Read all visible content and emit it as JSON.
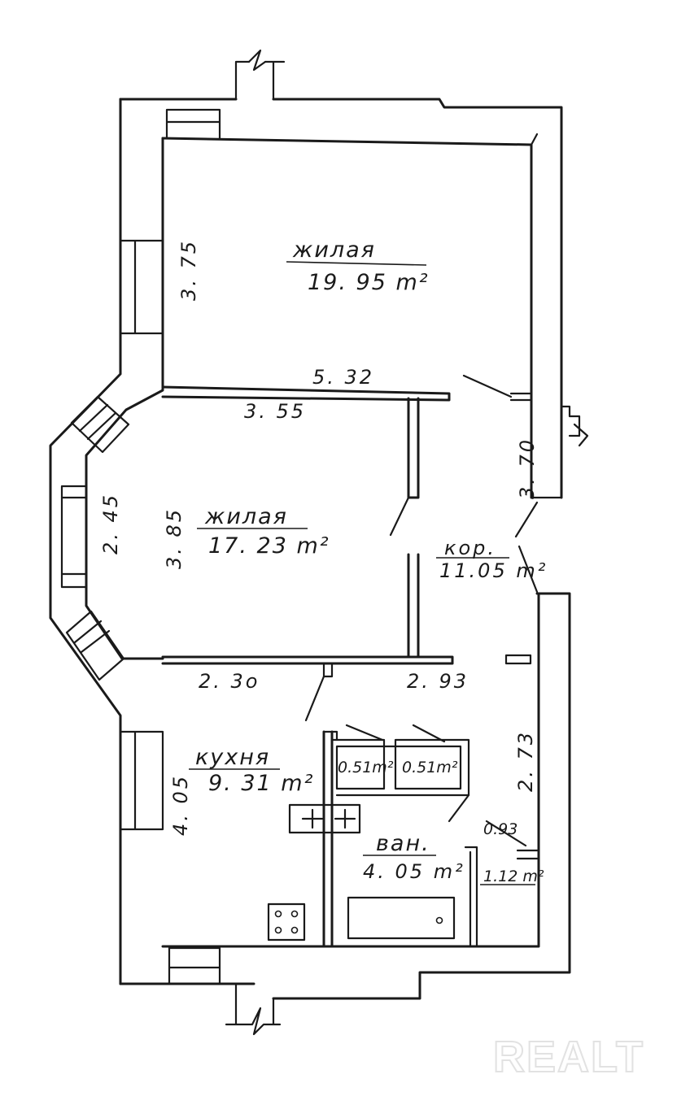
{
  "rooms": {
    "living1": {
      "name": "жилая",
      "area": "19. 95 m²"
    },
    "living2": {
      "name": "жилая",
      "area": "17. 23 m²"
    },
    "corridor": {
      "name": "кор.",
      "area": "11.05 m²"
    },
    "kitchen": {
      "name": "кухня",
      "area": "9. 31 m²"
    },
    "closet1": {
      "area": "0.51m²"
    },
    "closet2": {
      "area": "0.51m²"
    },
    "bath": {
      "name": "ван.",
      "area": "4. 05 m²"
    },
    "wc": {
      "area": "1.12 m²"
    }
  },
  "dimensions": {
    "d375": "3. 75",
    "d532": "5. 32",
    "d355": "3. 55",
    "d370": "3. 70",
    "d245": "2. 45",
    "d385": "3. 85",
    "d230": "2. 3o",
    "d293": "2. 93",
    "d273": "2. 73",
    "d093": "0.93",
    "d405": "4. 05"
  },
  "watermark": "REALT"
}
